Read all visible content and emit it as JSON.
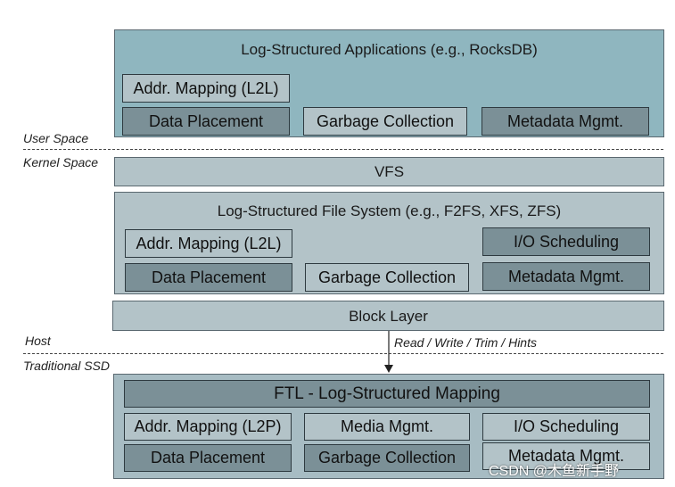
{
  "diagram": {
    "applications": {
      "title": "Log-Structured Applications (e.g., RocksDB)",
      "addr_mapping": "Addr. Mapping (L2L)",
      "data_placement": "Data Placement",
      "garbage_collection": "Garbage Collection",
      "metadata_mgmt": "Metadata Mgmt."
    },
    "vfs": {
      "title": "VFS"
    },
    "file_system": {
      "title": "Log-Structured File System (e.g., F2FS, XFS, ZFS)",
      "addr_mapping": "Addr. Mapping (L2L)",
      "io_scheduling": "I/O Scheduling",
      "data_placement": "Data Placement",
      "garbage_collection": "Garbage Collection",
      "metadata_mgmt": "Metadata Mgmt."
    },
    "block_layer": {
      "title": "Block Layer"
    },
    "arrow_label": "Read / Write / Trim / Hints",
    "ssd": {
      "ftl": "FTL - Log-Structured Mapping",
      "addr_mapping": "Addr. Mapping (L2P)",
      "media_mgmt": "Media Mgmt.",
      "io_scheduling": "I/O Scheduling",
      "data_placement": "Data Placement",
      "garbage_collection": "Garbage Collection",
      "metadata_mgmt": "Metadata Mgmt."
    },
    "labels": {
      "user_space": "User Space",
      "kernel_space": "Kernel Space",
      "host": "Host",
      "traditional_ssd": "Traditional SSD"
    },
    "watermark": "CSDN @木鱼新手野",
    "colors": {
      "app_layer": "#8fb6bf",
      "kernel_layer": "#b3c3c8",
      "ssd_layer": "#a7bcc3",
      "dark_box": "#7b9097",
      "light_box": "#b3c3c8"
    }
  }
}
